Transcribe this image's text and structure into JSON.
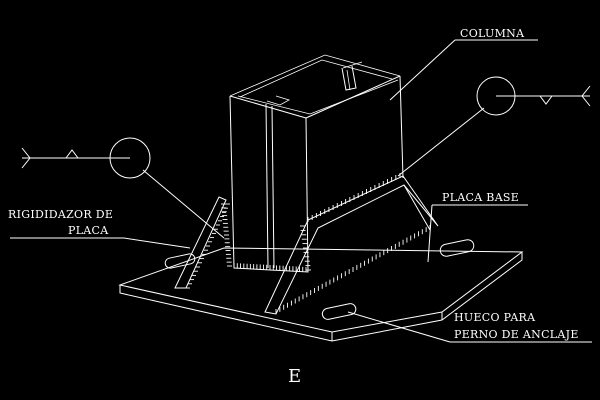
{
  "labels": {
    "columna": "COLUMNA",
    "rigidizador_line1": "RIGIDIDAZOR DE",
    "rigidizador_line2": "PLACA",
    "placa_base": "PLACA BASE",
    "hueco_line1": "HUECO PARA",
    "hueco_line2": "PERNO DE ANCLAJE",
    "view_letter": "E"
  },
  "colors": {
    "background": "#000000",
    "lines": "#ffffff"
  },
  "icons": [
    "weld-symbol-icon"
  ]
}
